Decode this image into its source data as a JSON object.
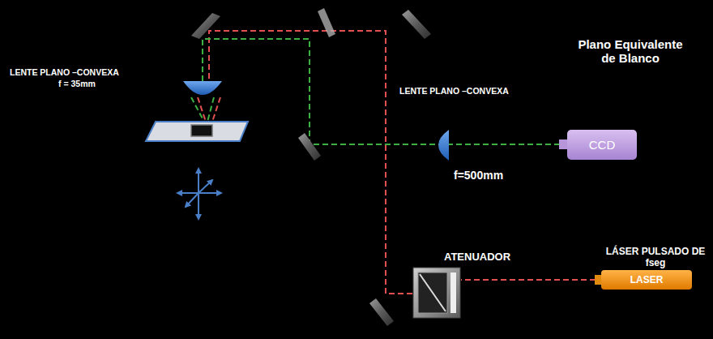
{
  "diagram": {
    "nodes": [
      {
        "text": [
          "CCD"
        ]
      },
      {
        "text": [
          "LASER"
        ]
      }
    ],
    "labels": [
      "LENTE PLANO –CONVEXA",
      "f = 35mm",
      "LENTE PLANO –CONVEXA",
      "f=500mm",
      "Plano Equivalente de Blanco",
      "ATENUADOR",
      "LÁSER PULSADO DE fseg"
    ]
  }
}
